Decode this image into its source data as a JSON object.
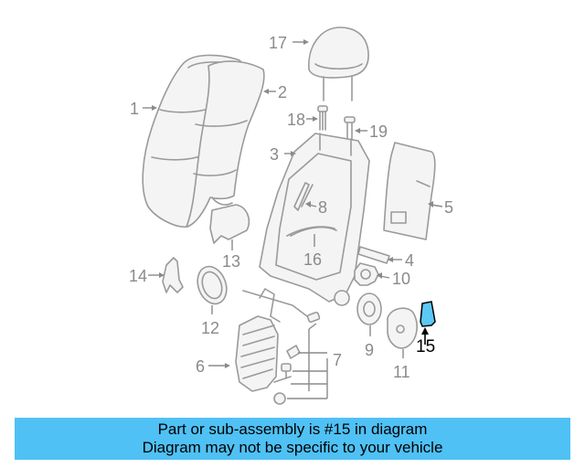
{
  "diagram": {
    "callouts": [
      {
        "id": "1",
        "label": "1"
      },
      {
        "id": "2",
        "label": "2"
      },
      {
        "id": "3",
        "label": "3"
      },
      {
        "id": "4",
        "label": "4"
      },
      {
        "id": "5",
        "label": "5"
      },
      {
        "id": "6",
        "label": "6"
      },
      {
        "id": "7",
        "label": "7"
      },
      {
        "id": "8",
        "label": "8"
      },
      {
        "id": "9",
        "label": "9"
      },
      {
        "id": "10",
        "label": "10"
      },
      {
        "id": "11",
        "label": "11"
      },
      {
        "id": "12",
        "label": "12"
      },
      {
        "id": "13",
        "label": "13"
      },
      {
        "id": "14",
        "label": "14"
      },
      {
        "id": "15",
        "label": "15"
      },
      {
        "id": "16",
        "label": "16"
      },
      {
        "id": "17",
        "label": "17"
      },
      {
        "id": "18",
        "label": "18"
      },
      {
        "id": "19",
        "label": "19"
      }
    ],
    "highlighted_part": "15",
    "colors": {
      "line_art": "#9a9a9a",
      "callout_text": "#8a8a8a",
      "highlight_fill": "#5bc8f5",
      "highlight_text": "#000000"
    }
  },
  "banner": {
    "line1": "Part or sub-assembly is #15 in diagram",
    "line2": "Diagram may not be specific to your vehicle",
    "background": "#4fc1f5"
  }
}
